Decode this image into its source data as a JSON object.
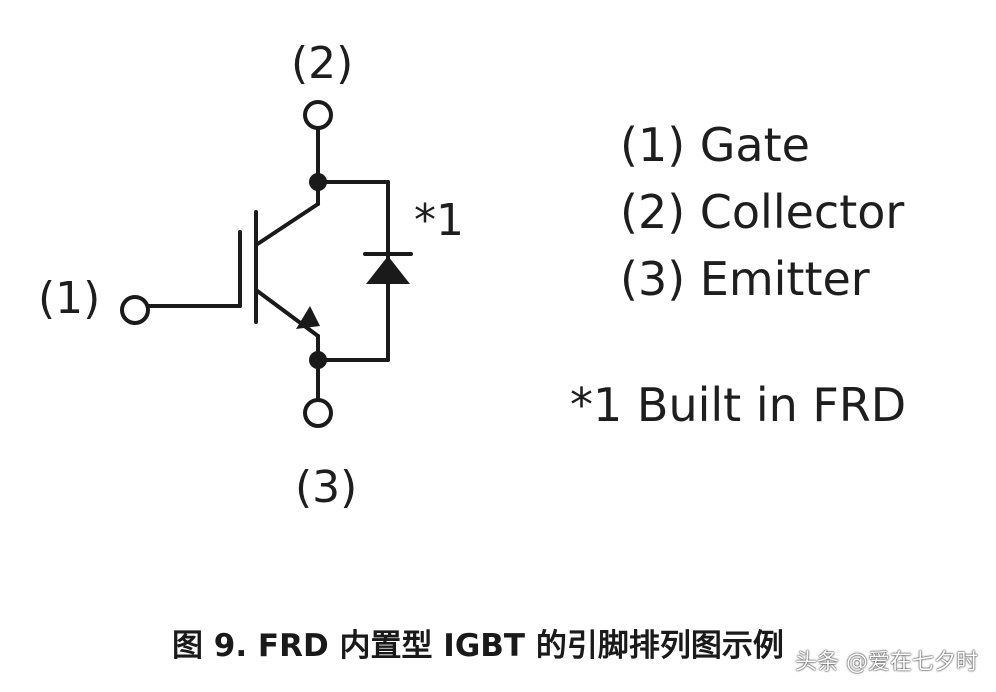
{
  "diagram": {
    "pins": {
      "collector_number": "(2)",
      "gate_number": "(1)",
      "emitter_number": "(3)"
    },
    "diode_note": "*1",
    "legend": [
      "(1) Gate",
      "(2) Collector",
      "(3) Emitter"
    ],
    "footnote": "*1 Built in FRD"
  },
  "caption": "图 9. FRD 内置型 IGBT 的引脚排列图示例",
  "watermark": "头条 @爱在七夕时"
}
